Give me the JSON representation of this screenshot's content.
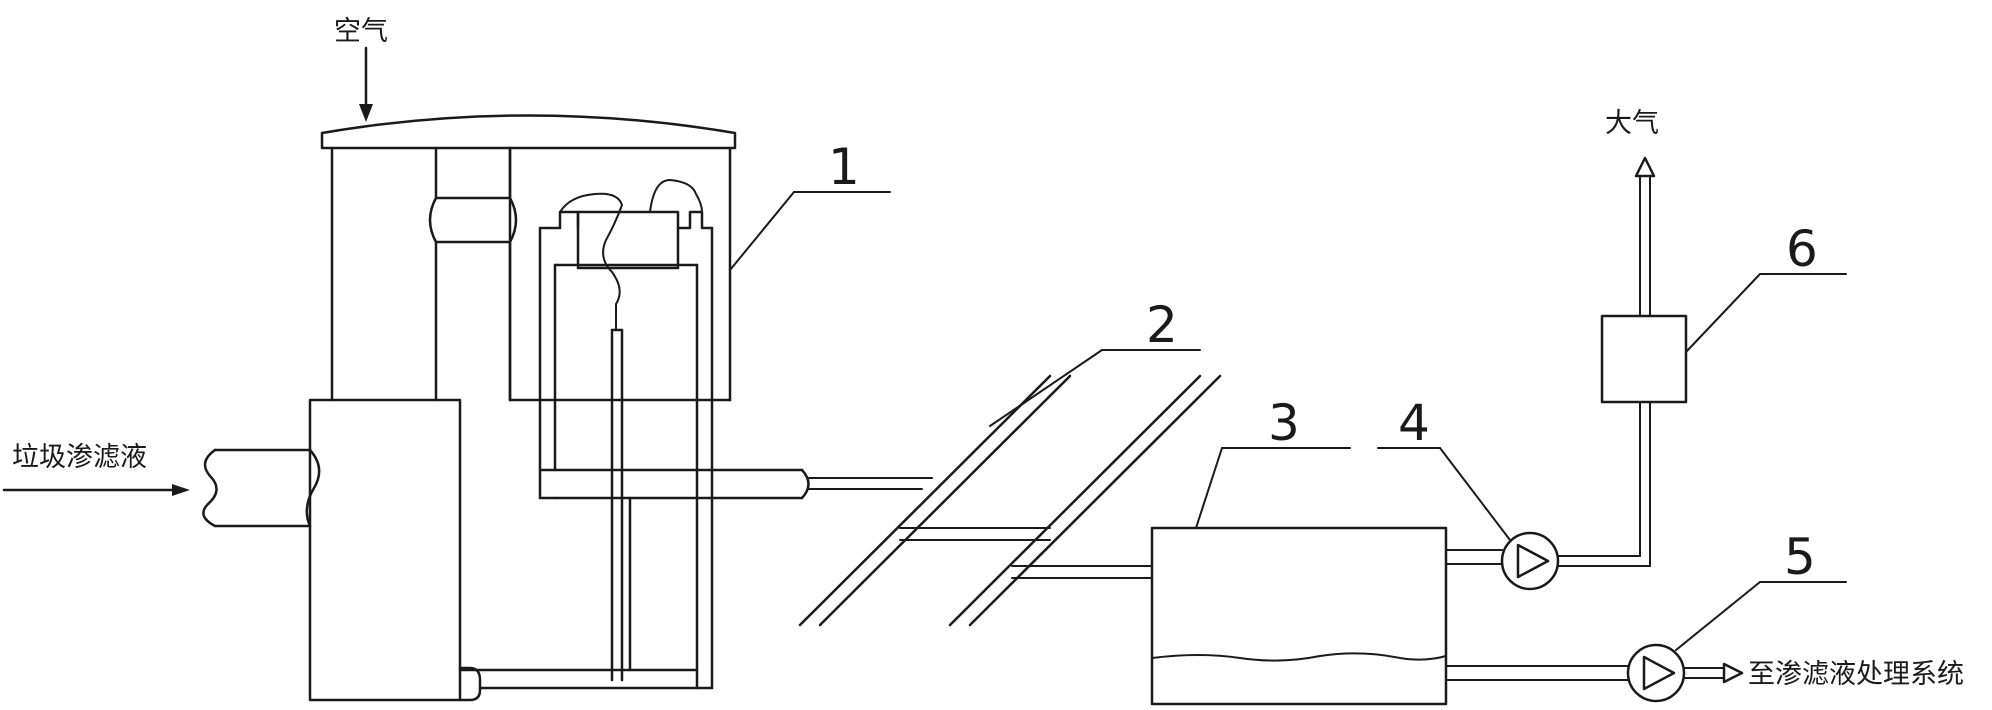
{
  "labels": {
    "air_in": "空气",
    "atmosphere": "大气",
    "leachate_in": "垃圾渗滤液",
    "to_treatment": "至渗滤液处理系统"
  },
  "callouts": [
    {
      "id": "1",
      "text": "1"
    },
    {
      "id": "2",
      "text": "2"
    },
    {
      "id": "3",
      "text": "3"
    },
    {
      "id": "4",
      "text": "4"
    },
    {
      "id": "5",
      "text": "5"
    },
    {
      "id": "6",
      "text": "6"
    }
  ],
  "colors": {
    "stroke": "#1a1a1a",
    "background": "#ffffff"
  }
}
